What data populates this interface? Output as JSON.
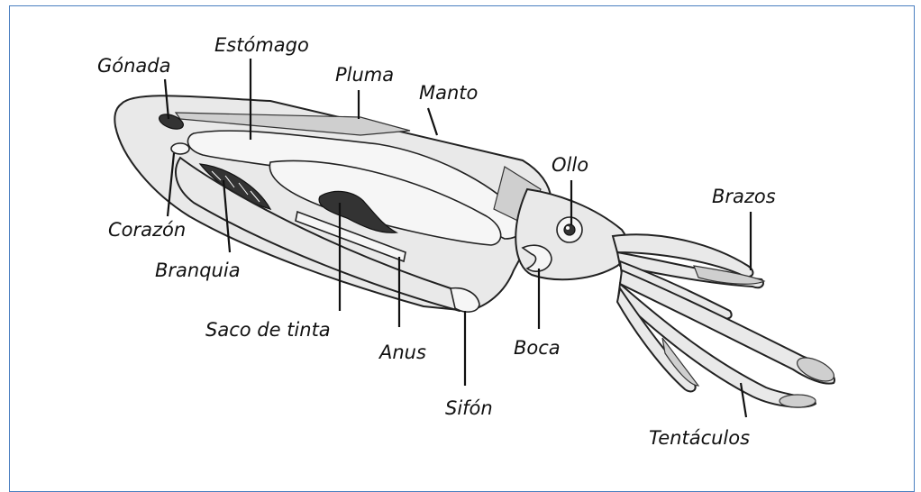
{
  "labels": {
    "gonada": "Gónada",
    "estomago": "Estómago",
    "pluma": "Pluma",
    "manto": "Manto",
    "ollo": "Ollo",
    "brazos": "Brazos",
    "corazon": "Corazón",
    "branquia": "Branquia",
    "saco_de_tinta": "Saco de tinta",
    "anus": "Anus",
    "boca": "Boca",
    "sifon": "Sifón",
    "tentaculos": "Tentáculos"
  },
  "colors": {
    "frame": "#4a7fc0",
    "ink": "#111111"
  }
}
